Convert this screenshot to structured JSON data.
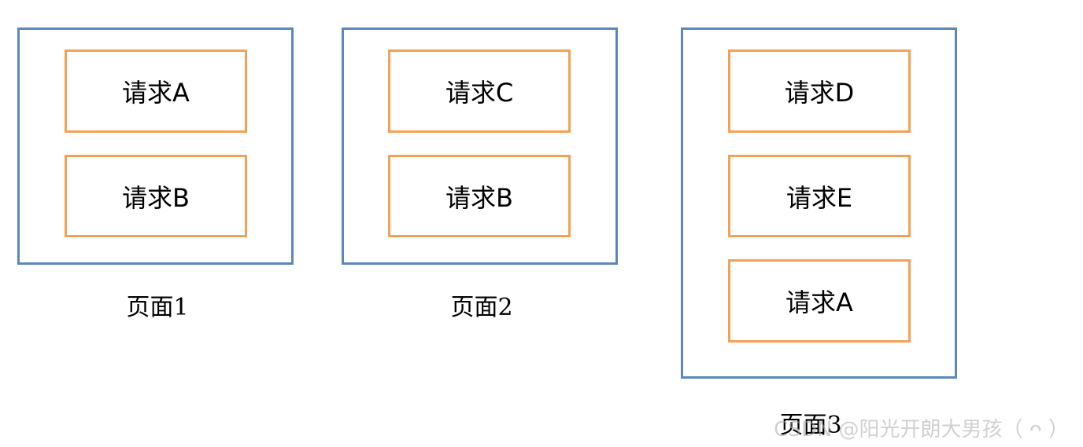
{
  "pages": [
    {
      "caption": "页面1",
      "requests": [
        "请求A",
        "请求B"
      ]
    },
    {
      "caption": "页面2",
      "requests": [
        "请求C",
        "请求B"
      ]
    },
    {
      "caption": "页面3",
      "requests": [
        "请求D",
        "请求E",
        "请求A"
      ]
    }
  ],
  "watermark": "CSDN @阳光开朗大男孩（ ᴖ ）",
  "colors": {
    "page_border": "#5b87bd",
    "request_border": "#f4a055"
  }
}
